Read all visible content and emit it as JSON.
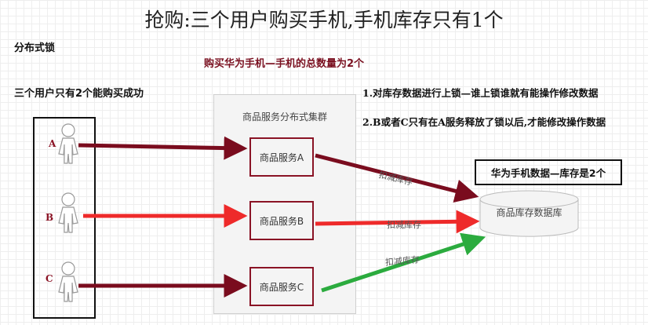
{
  "title": "抢购:三个用户购买手机,手机库存只有1个",
  "section_label": "分布式锁",
  "subtitle": "购买华为手机—手机的总数量为2个",
  "users_note": "三个用户只有2个能购买成功",
  "notes": [
    "1.对库存数据进行上锁—谁上锁谁就有能操作修改数据",
    "2.B或者C只有在A服务释放了锁以后,才能修改操作数据"
  ],
  "users": [
    "A",
    "B",
    "C"
  ],
  "cluster_title": "商品服务分布式集群",
  "services": [
    "商品服务A",
    "商品服务B",
    "商品服务C"
  ],
  "info_box": "华为手机数据—库存是2个",
  "database_label": "商品库存数据库",
  "operation_labels": [
    "扣减库存",
    "扣减库存",
    "扣减库存"
  ],
  "colors": {
    "arrow_a": "#7a0c1e",
    "arrow_b": "#ee2a2a",
    "arrow_c": "#2bab3e",
    "service_border": "#8a1325"
  }
}
